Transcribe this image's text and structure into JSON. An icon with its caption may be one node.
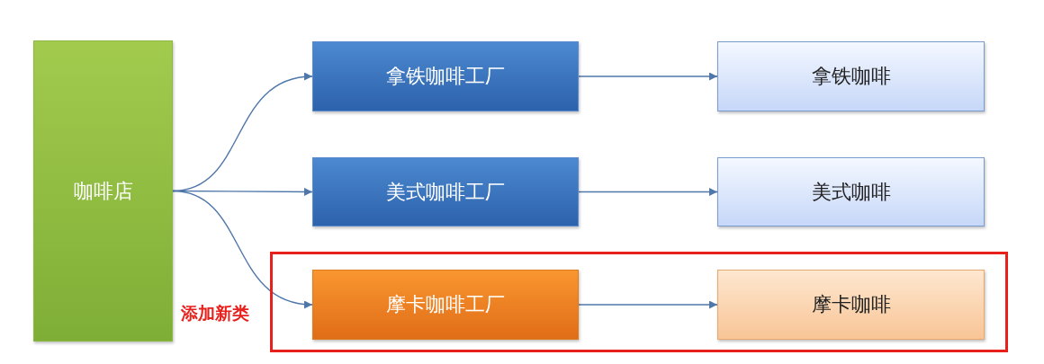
{
  "diagram": {
    "nodes": [
      {
        "text": [
          "咖啡店"
        ]
      },
      {
        "text": [
          "拿铁咖啡工厂"
        ]
      },
      {
        "text": [
          "拿铁咖啡"
        ]
      },
      {
        "text": [
          "美式咖啡工厂"
        ]
      },
      {
        "text": [
          "美式咖啡"
        ]
      },
      {
        "text": [
          "添加新类"
        ]
      },
      {
        "text": [
          "摩卡咖啡工厂"
        ],
        "in": 5
      },
      {
        "text": [
          "摩卡咖啡"
        ],
        "in": 5
      }
    ],
    "edges": [
      {
        "from": 0,
        "to": 1,
        "arrow": "to"
      },
      {
        "from": 0,
        "to": 3,
        "arrow": "to"
      },
      {
        "from": 0,
        "to": 6,
        "arrow": "to"
      },
      {
        "from": 1,
        "to": 2,
        "arrow": "to"
      },
      {
        "from": 3,
        "to": 4,
        "arrow": "to"
      },
      {
        "from": 6,
        "to": 7,
        "arrow": "to"
      }
    ]
  }
}
